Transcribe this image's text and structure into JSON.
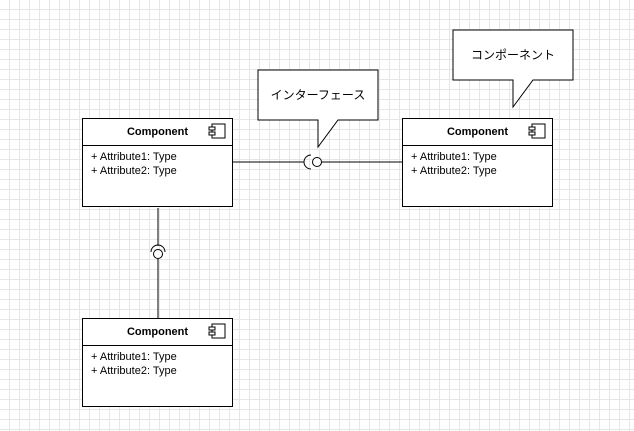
{
  "components": [
    {
      "title": "Component",
      "attributes": [
        "+ Attribute1: Type",
        "+ Attribute2: Type"
      ]
    },
    {
      "title": "Component",
      "attributes": [
        "+ Attribute1: Type",
        "+ Attribute2: Type"
      ]
    },
    {
      "title": "Component",
      "attributes": [
        "+ Attribute1: Type",
        "+ Attribute2: Type"
      ]
    }
  ],
  "callouts": {
    "interface_label": "インターフェース",
    "component_label": "コンポーネント"
  },
  "colors": {
    "stroke": "#000000",
    "fill": "#ffffff",
    "grid": "#e6e6e6"
  },
  "icons": [
    "uml-component-icon"
  ]
}
